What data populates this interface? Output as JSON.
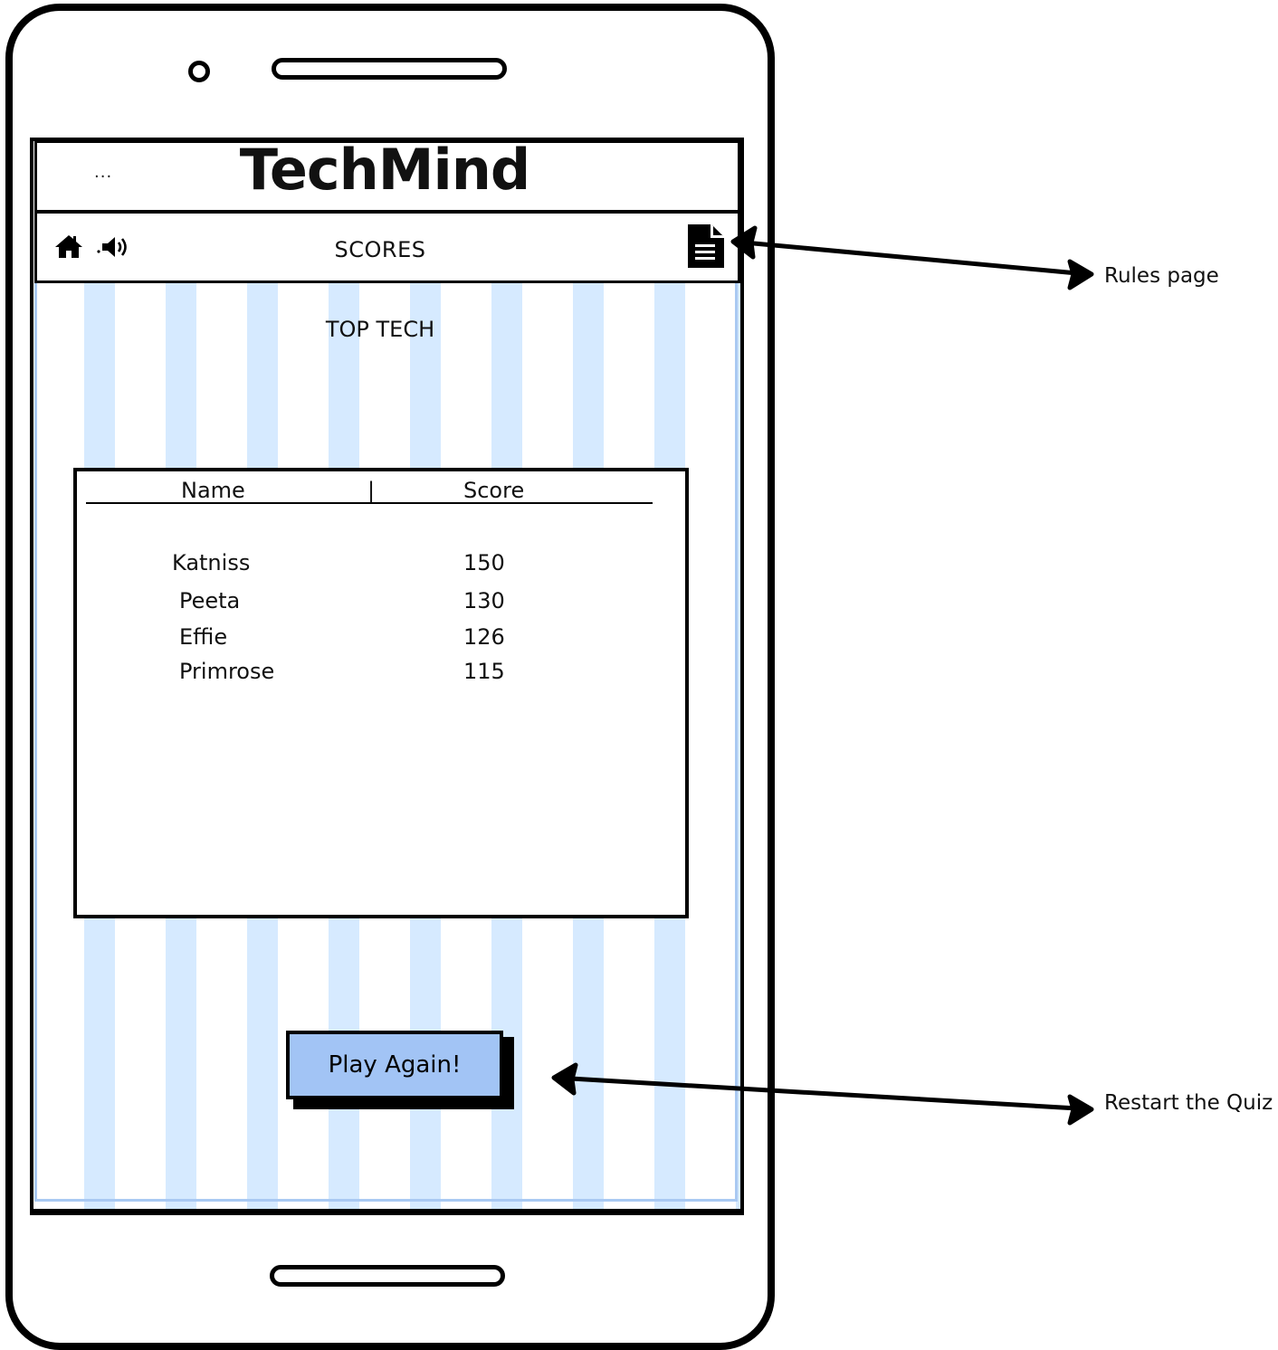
{
  "app": {
    "title": "TechMind",
    "title_menu": "..."
  },
  "nav": {
    "title": "SCORES",
    "icons": [
      "home-icon",
      "speaker-icon",
      "document-icon"
    ]
  },
  "main": {
    "heading": "TOP TECH",
    "table": {
      "columns": [
        "Name",
        "|",
        "Score"
      ],
      "rows": [
        {
          "name": "Katniss",
          "score": "150"
        },
        {
          "name": "Peeta",
          "score": "130"
        },
        {
          "name": "Effie",
          "score": "126"
        },
        {
          "name": "Primrose",
          "score": "115"
        }
      ]
    },
    "play_again_label": "Play Again!"
  },
  "annotations": {
    "rules": "Rules page",
    "restart": "Restart the Quiz"
  },
  "colors": {
    "stripe": "#d6eaff",
    "button": "#a2c4f5",
    "screen_border": "#a9c9f2"
  }
}
